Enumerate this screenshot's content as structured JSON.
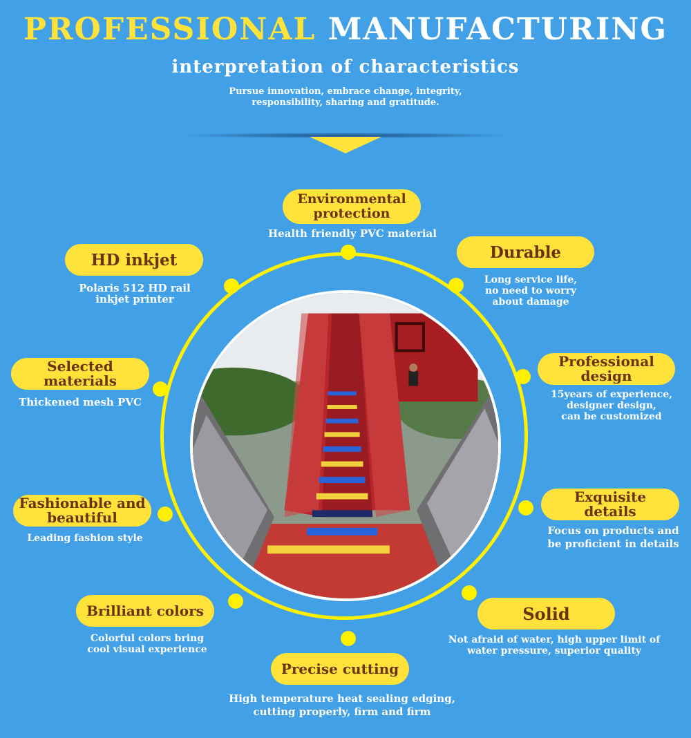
{
  "header": {
    "title_part1": "PROFESSIONAL",
    "title_part2": "MANUFACTURING",
    "subtitle": "interpretation of characteristics",
    "tagline_line1": "Pursue innovation, embrace change, integrity,",
    "tagline_line2": "responsibility, sharing and gratitude."
  },
  "features": {
    "environmental": {
      "title_line1": "Environmental",
      "title_line2": "protection",
      "desc_line1": "Health friendly PVC material"
    },
    "hd_inkjet": {
      "title": "HD inkjet",
      "desc_line1": "Polaris 512 HD rail",
      "desc_line2": "inkjet printer"
    },
    "durable": {
      "title": "Durable",
      "desc_line1": "Long service life,",
      "desc_line2": "no need to worry",
      "desc_line3": "about damage"
    },
    "selected": {
      "title_line1": "Selected",
      "title_line2": "materials",
      "desc_line1": "Thickened mesh PVC"
    },
    "professional": {
      "title_line1": "Professional",
      "title_line2": "design",
      "desc_line1": "15years of experience,",
      "desc_line2": "designer design,",
      "desc_line3": "can be customized"
    },
    "fashionable": {
      "title_line1": "Fashionable and",
      "title_line2": "beautiful",
      "desc_line1": "Leading fashion style"
    },
    "exquisite": {
      "title": "Exquisite details",
      "desc_line1": "Focus on products and",
      "desc_line2": "be proficient in details"
    },
    "brilliant": {
      "title": "Brilliant colors",
      "desc_line1": "Colorful colors bring",
      "desc_line2": "cool visual experience"
    },
    "solid": {
      "title": "Solid",
      "desc_line1": "Not afraid of water, high upper limit of",
      "desc_line2": "water pressure, superior quality"
    },
    "precise": {
      "title": "Precise cutting",
      "desc_line1": "High temperature heat sealing edging,",
      "desc_line2": "cutting properly, firm and firm"
    }
  },
  "colors": {
    "background": "#41a0e6",
    "accent_yellow": "#ffe23a",
    "ring_yellow": "#fff000",
    "pill_text": "#6b3410"
  }
}
